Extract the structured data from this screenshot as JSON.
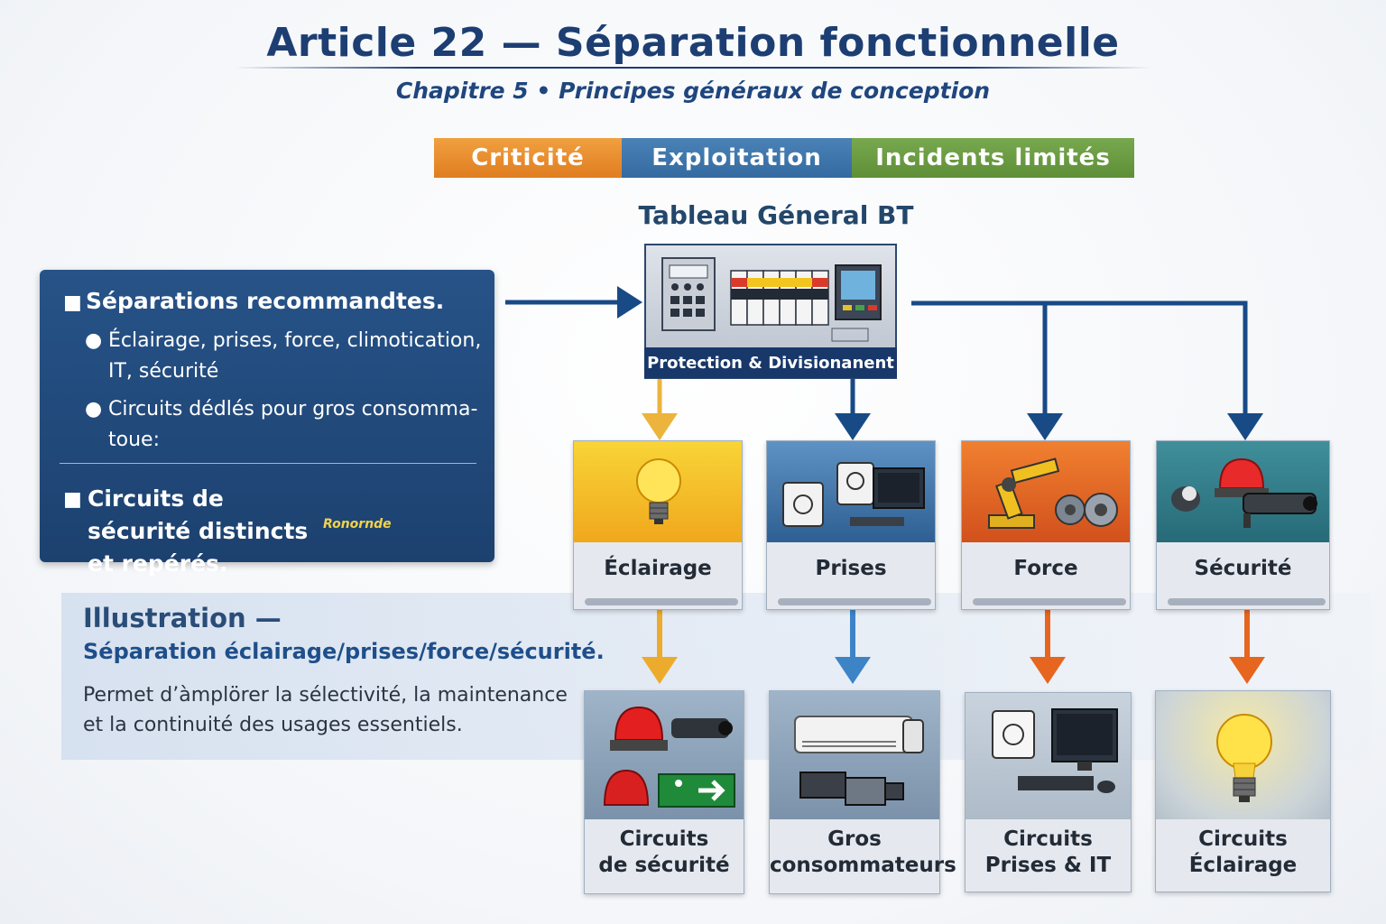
{
  "header": {
    "title": "Article 22 — Séparation fonctionnelle",
    "subtitle": "Chapitre 5 • Principes généraux de conception"
  },
  "bands": [
    {
      "label": "Criticité",
      "color": "#e8892a"
    },
    {
      "label": "Exploitation",
      "color": "#3d73a8"
    },
    {
      "label": "Incidents limités",
      "color": "#6a9a42"
    }
  ],
  "panel": {
    "title": "Tableau Géneral BT",
    "label": "Protection & Divisionanent"
  },
  "info": {
    "bullet1": "Séparations recommandtes.",
    "sub1": "Éclairage, prises, force, climotication, IT, sécurité",
    "sub2": "Circuits dédlés pour gros consomma-toue:",
    "bullet2": "Circuits de sécurité distincts et repérés.",
    "signature": "Ronornde"
  },
  "illustration": {
    "title": "Illustration —",
    "subtitle": "Séparation éclairage/prises/force/sécurité.",
    "description": "Permet d’àmplörer la sélectivité, la maintenance et la continuité des usages essentiels."
  },
  "top_cards": [
    {
      "label": "Éclairage",
      "icon": "light-bulb-icon"
    },
    {
      "label": "Prises",
      "icon": "socket-computer-icon"
    },
    {
      "label": "Force",
      "icon": "robot-arm-gears-icon"
    },
    {
      "label": "Sécurité",
      "icon": "alarm-camera-icon"
    }
  ],
  "bottom_cards": [
    {
      "line1": "Circuits",
      "line2": "de sécurité",
      "icon": "security-devices-icon"
    },
    {
      "line1": "Gros",
      "line2": "consommateurs",
      "icon": "hvac-machine-icon"
    },
    {
      "line1": "Circuits",
      "line2": "Prises & IT",
      "icon": "socket-computer-icon"
    },
    {
      "line1": "Circuits",
      "line2": "Éclairage",
      "icon": "light-bulb-icon"
    }
  ],
  "colors": {
    "navy": "#1d3e72",
    "arrow_yellow": "#ecb43c",
    "arrow_blue": "#3d84c6",
    "arrow_orange": "#e6651f",
    "arrow_navy": "#184a86"
  }
}
